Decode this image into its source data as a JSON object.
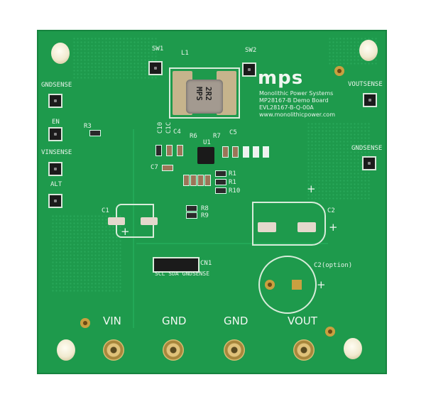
{
  "board": {
    "colors": {
      "solder_mask": "#1e9a4c",
      "silkscreen": "#e8f3ea",
      "gold": "#c9a040"
    },
    "logo": "mps",
    "info_lines": [
      "Monolithic Power Systems",
      "MP28167-B Demo Board",
      "EVL28167-B-Q-00A",
      "www.monolithicpower.com"
    ],
    "inductor_marking": [
      "2R2",
      "MPS"
    ],
    "labels": {
      "sw1": "SW1",
      "l1": "L1",
      "sw2": "SW2",
      "gndsense_left": "GNDSENSE",
      "en": "EN",
      "r3": "R3",
      "vinsense": "VINSENSE",
      "alt": "ALT",
      "voutsense": "VOUTSENSE",
      "gndsense_right": "GNDSENSE",
      "c10": "C10",
      "c1c": "C1C",
      "c4": "C4",
      "r6": "R6",
      "u1": "U1",
      "r7": "R7",
      "c5": "C5",
      "c7": "C7",
      "r1a": "R1",
      "r1b": "R1",
      "r10": "R10",
      "r8": "R8",
      "r9": "R9",
      "c1": "C1",
      "c2": "C2",
      "c2_option": "C2(option)",
      "plus": "+",
      "cn1": "CN1",
      "cn1_pins": "SCL SDA GNDSENSE"
    },
    "terminals": [
      "VIN",
      "GND",
      "GND",
      "VOUT"
    ]
  }
}
